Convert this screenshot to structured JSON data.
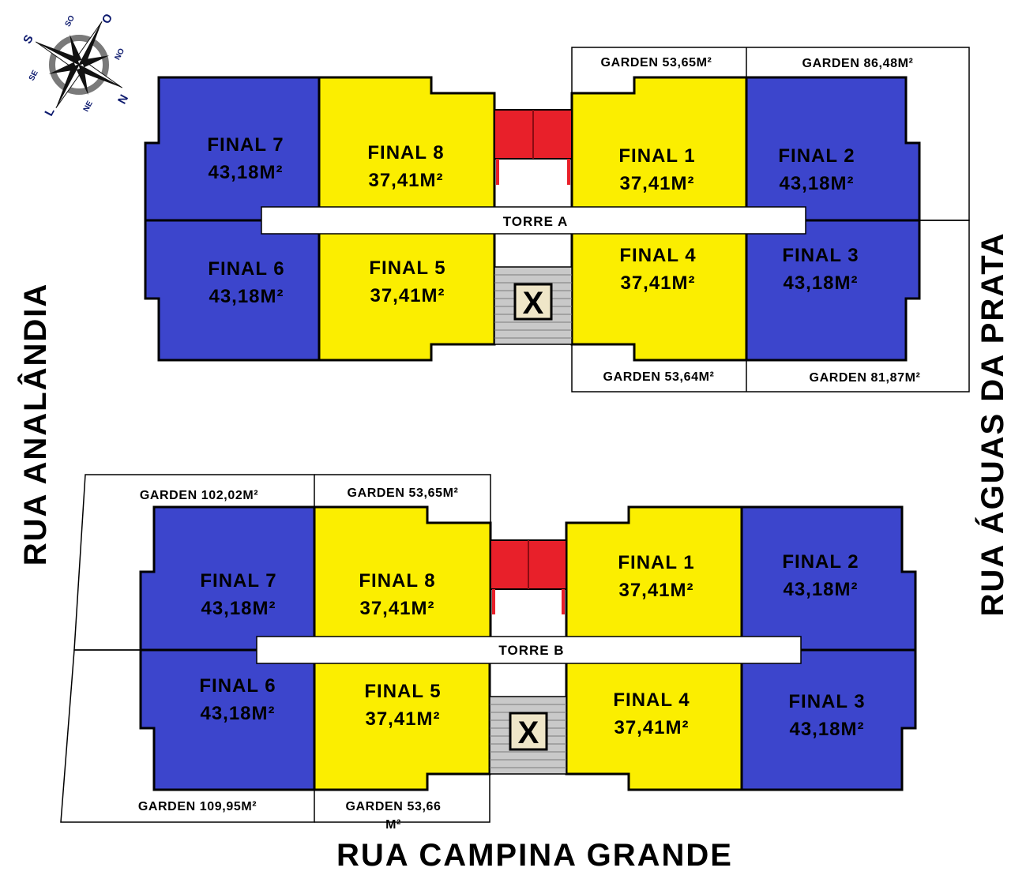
{
  "colors": {
    "blue_unit": "#3c45cc",
    "yellow_unit": "#fbee00",
    "stair_red": "#e8202a",
    "elevator_fill": "#efe6c8",
    "stair_gray": "#b8b8b8",
    "compass_navy": "#0d1a6e",
    "compass_gray": "#7a7a7a"
  },
  "compass": {
    "icon": "compass-rose-icon",
    "labels": {
      "north": "N",
      "south": "S",
      "east": "L",
      "west": "O",
      "ne": "NE",
      "no": "NO",
      "se": "SE",
      "so": "SO"
    }
  },
  "streets": {
    "left": "RUA ANALÂNDIA",
    "right": "RUA ÁGUAS DA PRATA",
    "bottom": "RUA CAMPINA GRANDE"
  },
  "tower_a": {
    "label": "TORRE A",
    "units": [
      {
        "final": "FINAL 1",
        "area": "37,41M²"
      },
      {
        "final": "FINAL 2",
        "area": "43,18M²"
      },
      {
        "final": "FINAL 3",
        "area": "43,18M²"
      },
      {
        "final": "FINAL 4",
        "area": "37,41M²"
      },
      {
        "final": "FINAL 5",
        "area": "37,41M²"
      },
      {
        "final": "FINAL 6",
        "area": "43,18M²"
      },
      {
        "final": "FINAL 7",
        "area": "43,18M²"
      },
      {
        "final": "FINAL 8",
        "area": "37,41M²"
      }
    ],
    "gardens": [
      "GARDEN 53,65M²",
      "GARDEN 86,48M²",
      "GARDEN 53,64M²",
      "GARDEN 81,87M²"
    ]
  },
  "tower_b": {
    "label": "TORRE B",
    "units": [
      {
        "final": "FINAL 1",
        "area": "37,41M²"
      },
      {
        "final": "FINAL 2",
        "area": "43,18M²"
      },
      {
        "final": "FINAL 3",
        "area": "43,18M²"
      },
      {
        "final": "FINAL 4",
        "area": "37,41M²"
      },
      {
        "final": "FINAL 5",
        "area": "37,41M²"
      },
      {
        "final": "FINAL 6",
        "area": "43,18M²"
      },
      {
        "final": "FINAL 7",
        "area": "43,18M²"
      },
      {
        "final": "FINAL 8",
        "area": "37,41M²"
      }
    ],
    "gardens": [
      "GARDEN 102,02M²",
      "GARDEN 53,65M²",
      "GARDEN 109,95M²",
      "GARDEN 53,66",
      "M²"
    ]
  },
  "elevator": {
    "mark": "X"
  }
}
